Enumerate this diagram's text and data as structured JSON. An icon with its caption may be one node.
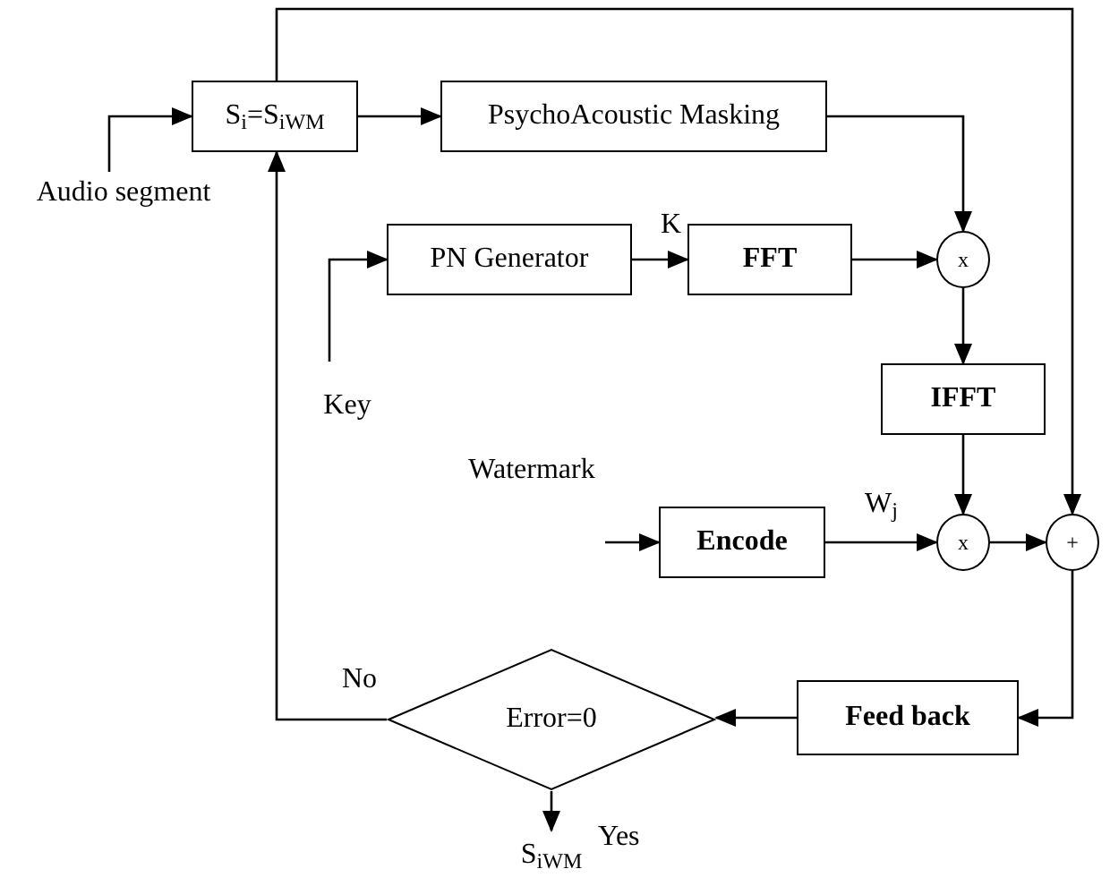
{
  "diagram": {
    "nodes": [
      {
        "text": [
          "S$_{i}$=S$_{iWM}$"
        ]
      },
      {
        "text": [
          "PsychoAcoustic Masking"
        ]
      },
      {
        "text": [
          "Audio segment"
        ]
      },
      {
        "text": [
          "PN Generator"
        ]
      },
      {
        "text": [
          "Key"
        ]
      },
      {
        "text": [
          "FFT"
        ]
      },
      {
        "text": [
          "x"
        ]
      },
      {
        "text": [
          "IFFT"
        ]
      },
      {
        "text": [
          "Watermark"
        ]
      },
      {
        "text": [
          "Encode"
        ]
      },
      {
        "text": [
          "x"
        ]
      },
      {
        "text": [
          "+"
        ]
      },
      {
        "text": [
          "Feed back"
        ]
      },
      {
        "text": [
          "Error=0"
        ]
      },
      {
        "text": [
          "S$_{iWM}$"
        ]
      }
    ],
    "edges": [
      {
        "from": 0,
        "to": 1,
        "arrow": "to"
      },
      {
        "from": 1,
        "to": 6,
        "arrow": "to"
      },
      {
        "from": 2,
        "to": 0,
        "arrow": "to"
      },
      {
        "from": 4,
        "to": 3,
        "arrow": "to"
      },
      {
        "from": 3,
        "to": 5,
        "arrow": "to",
        "label": "K"
      },
      {
        "from": 5,
        "to": 6,
        "arrow": "to"
      },
      {
        "from": 6,
        "to": 7,
        "arrow": "to"
      },
      {
        "from": 7,
        "to": 10,
        "arrow": "to"
      },
      {
        "from": 8,
        "to": 9,
        "arrow": "to"
      },
      {
        "from": 9,
        "to": 10,
        "arrow": "to",
        "label": "W$_{j}$"
      },
      {
        "from": 10,
        "to": 11,
        "arrow": "to"
      },
      {
        "from": 0,
        "to": 11,
        "arrow": "to"
      },
      {
        "from": 11,
        "to": 12,
        "arrow": "to"
      },
      {
        "from": 12,
        "to": 13,
        "arrow": "to"
      },
      {
        "from": 13,
        "to": 0,
        "arrow": "to",
        "label": "No"
      },
      {
        "from": 13,
        "to": 14,
        "arrow": "to",
        "label": "Yes"
      }
    ]
  }
}
